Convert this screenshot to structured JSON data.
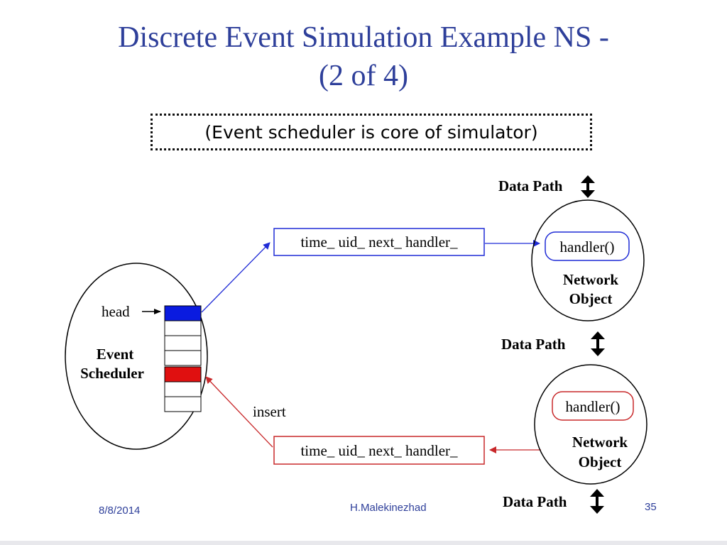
{
  "title": {
    "line1": "Discrete Event Simulation Example NS -",
    "line2": "(2 of 4)"
  },
  "callout": "(Event scheduler is core of simulator)",
  "diagram": {
    "data_path_label": "Data Path",
    "scheduler": {
      "head_label": "head",
      "name_line1": "Event",
      "name_line2": "Scheduler",
      "insert_label": "insert"
    },
    "event_top": "time_ uid_ next_ handler_",
    "event_bottom": "time_ uid_ next_ handler_",
    "node_top": {
      "handler": "handler()",
      "line1": "Network",
      "line2": "Object"
    },
    "node_bottom": {
      "handler": "handler()",
      "line1": "Network",
      "line2": "Object"
    }
  },
  "footer": {
    "date": "8/8/2014",
    "author": "H.Malekinezhad",
    "page": "35"
  },
  "colors": {
    "title": "#2e3f9a",
    "blue": "#1f2bd6",
    "red": "#c8282a",
    "head_slot": "#0a1be0",
    "red_slot": "#e01010"
  }
}
